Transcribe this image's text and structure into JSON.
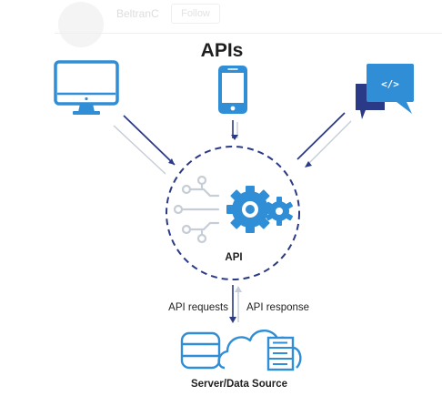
{
  "author": {
    "name": "BeltranC",
    "follow_label": "Follow"
  },
  "diagram": {
    "title": "APIs",
    "center_label": "API",
    "request_label": "API requests",
    "response_label": "API response",
    "server_label": "Server/Data Source",
    "code_glyph": "</>"
  },
  "colors": {
    "primary_blue": "#2f8ed6",
    "dark_navy": "#2b3a86",
    "light_gray": "#c7cdd6",
    "text": "#1f1f1f"
  }
}
